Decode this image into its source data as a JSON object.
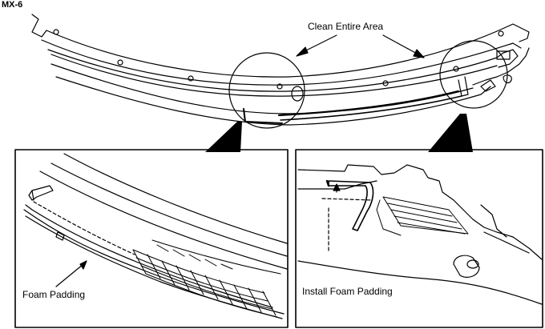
{
  "figure": {
    "model_label": "MX-6",
    "top_callout": "Clean Entire Area",
    "left_callout": "Foam Padding",
    "right_callout": "Install Foam Padding"
  }
}
